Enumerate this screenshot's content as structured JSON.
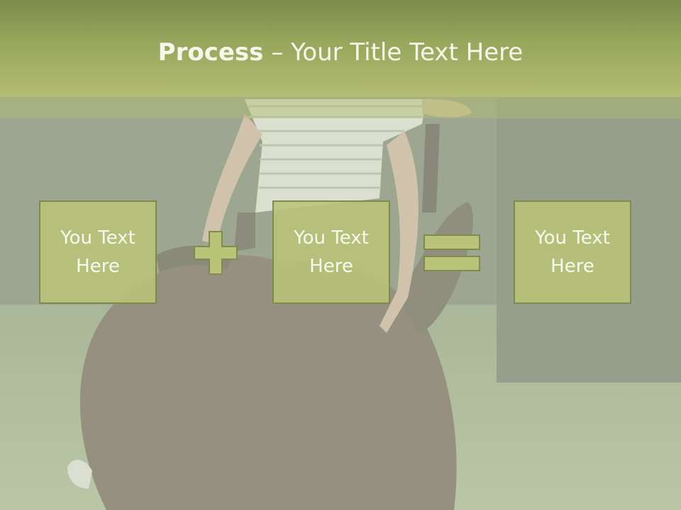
{
  "title": {
    "bold": "Process",
    "separator": " – ",
    "rest": "Your Title Text Here"
  },
  "boxes": [
    {
      "text": "You Text Here"
    },
    {
      "text": "You Text Here"
    },
    {
      "text": "You Text Here"
    }
  ],
  "operators": [
    "plus-icon",
    "equals-icon"
  ],
  "colors": {
    "title_band": "#98a75c",
    "box_fill": "#b9c478",
    "box_border": "#7f8b4d",
    "text": "#f8f9ee"
  }
}
